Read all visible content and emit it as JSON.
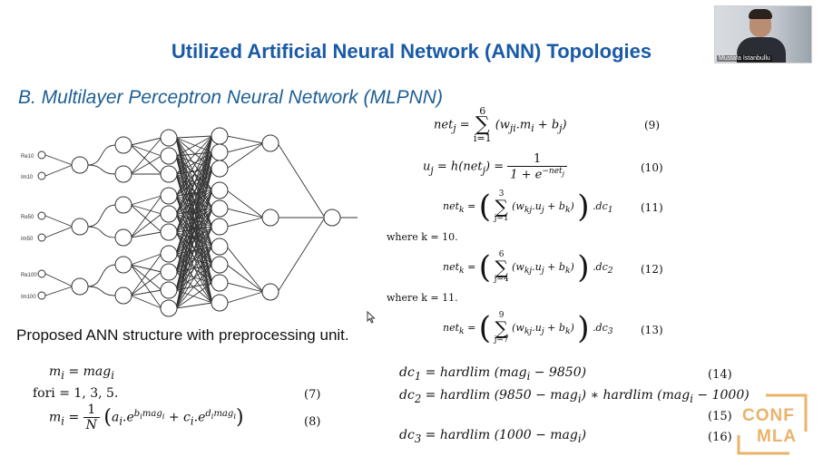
{
  "slide": {
    "title": "Utilized Artificial Neural Network (ANN) Topologies",
    "subtitle": "B. Multilayer Perceptron Neural Network (MLPNN)",
    "caption": "Proposed ANN structure with preprocessing unit."
  },
  "network": {
    "input_labels": [
      "Re10",
      "Im10",
      "Re50",
      "Im50",
      "Re100",
      "Im100"
    ]
  },
  "equations": {
    "eq9": {
      "lhs": "net",
      "lhs_sub": "j",
      "sum_top": "6",
      "sum_bottom": "i=1",
      "body": "(w",
      "body_sub": "ji",
      "body_rest": ".m",
      "body_sub2": "i",
      "body_end": " + b",
      "body_sub3": "j",
      "close": ")",
      "number": "(9)"
    },
    "eq10": {
      "lhs": "u",
      "lhs_sub": "j",
      "mid": " = h(net",
      "mid_sub": "j",
      "mid_end": ") = ",
      "num": "1",
      "den": "1 + e",
      "den_sup": "−net",
      "den_sup_sub": "j",
      "number": "(10)"
    },
    "eq11": {
      "lhs": "net",
      "lhs_sub": "k",
      "sum_top": "3",
      "sum_bottom": "j=1",
      "body": "(w",
      "body_sub": "kj",
      "body_rest": ".u",
      "body_sub2": "j",
      "body_end": " + b",
      "body_sub3": "k",
      "close": ")",
      "tail": ".dc",
      "tail_sub": "1",
      "number": "(11)"
    },
    "where1": "where k = 10.",
    "eq12": {
      "lhs": "net",
      "lhs_sub": "k",
      "sum_top": "6",
      "sum_bottom": "j=4",
      "body": "(w",
      "body_sub": "kj",
      "body_rest": ".u",
      "body_sub2": "j",
      "body_end": " + b",
      "body_sub3": "k",
      "close": ")",
      "tail": ".dc",
      "tail_sub": "2",
      "number": "(12)"
    },
    "where2": "where k = 11.",
    "eq13": {
      "lhs": "net",
      "lhs_sub": "k",
      "sum_top": "9",
      "sum_bottom": "j=7",
      "body": "(w",
      "body_sub": "kj",
      "body_rest": ".u",
      "body_sub2": "j",
      "body_end": " + b",
      "body_sub3": "k",
      "close": ")",
      "tail": ".dc",
      "tail_sub": "3",
      "number": "(13)"
    },
    "eq7a": {
      "lhs": "m",
      "lhs_sub": "i",
      "rhs": " = mag",
      "rhs_sub": "i"
    },
    "eq7b": {
      "text": "fori = 1, 3, 5.",
      "number": "(7)"
    },
    "eq8": {
      "lhs": "m",
      "lhs_sub": "i",
      "eq": " = ",
      "num": "1",
      "den": "N",
      "open": "(",
      "a": "a",
      "a_sub": "i",
      "e1": ".e",
      "e1_sup": "b",
      "e1_sup_sub": "i",
      "e1_sup_rest": "mag",
      "e1_sup_sub2": "i",
      "plus": " + c",
      "c_sub": "i",
      "e2": ".e",
      "e2_sup": "d",
      "e2_sup_sub": "i",
      "e2_sup_rest": "mag",
      "e2_sup_sub2": "i",
      "close": ")",
      "number": "(8)"
    },
    "eq14": {
      "text": "dc",
      "sub": "1",
      "rhs": " = hardlim (mag",
      "rhs_sub": "i",
      "rhs_end": " − 9850)",
      "number": "(14)"
    },
    "eq15": {
      "text": "dc",
      "sub": "2",
      "rhs": " = hardlim (9850 − mag",
      "rhs_sub": "i",
      "rhs_mid": ") ∗ hardlim (mag",
      "rhs_sub2": "i",
      "rhs_end": " − 1000)",
      "number": "(15)"
    },
    "eq16": {
      "text": "dc",
      "sub": "3",
      "rhs": " = hardlim (1000 − mag",
      "rhs_sub": "i",
      "rhs_end": ")",
      "number": "(16)"
    }
  },
  "webcam": {
    "name": "Mustafa Istanbullu"
  },
  "logo": {
    "line1": "CONF",
    "line2": "MLA"
  },
  "colors": {
    "title": "#1a5aa6",
    "subtitle": "#1d5f93",
    "logo": "#e9b36a"
  }
}
